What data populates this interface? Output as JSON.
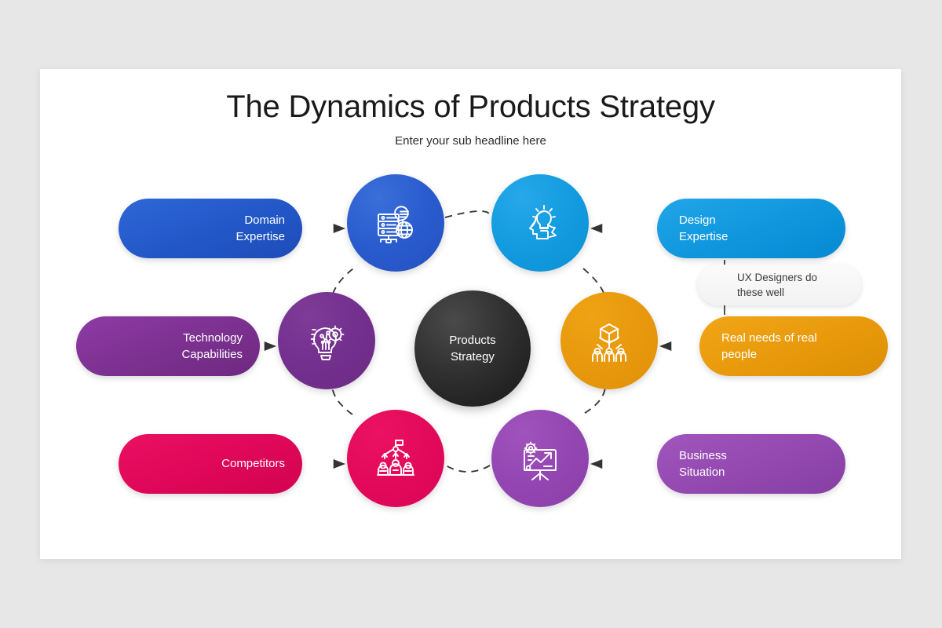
{
  "slide": {
    "title": "The Dynamics of Products Strategy",
    "subtitle": "Enter your sub headline here",
    "background_color": "#e8e7e7",
    "surface_color": "#ffffff"
  },
  "center": {
    "label": "Products\nStrategy",
    "color": "#1a1a1a"
  },
  "nodes": [
    {
      "id": "domain",
      "icon": "server-network-icon",
      "color": "#2a5ccf",
      "position": "top-left"
    },
    {
      "id": "design",
      "icon": "head-lightbulb-icon",
      "color": "#139cdf",
      "position": "top-right"
    },
    {
      "id": "needs",
      "icon": "cube-people-icon",
      "color": "#e8990e",
      "position": "right"
    },
    {
      "id": "business",
      "icon": "presentation-growth-icon",
      "color": "#9447b2",
      "position": "bottom-right"
    },
    {
      "id": "competitors",
      "icon": "team-flag-icon",
      "color": "#e30a5b",
      "position": "bottom-left"
    },
    {
      "id": "technology",
      "icon": "bulb-gear-circuit-icon",
      "color": "#74308e",
      "position": "left"
    }
  ],
  "pills": [
    {
      "id": "domain",
      "label": "Domain\nExpertise",
      "color": "#2358c9",
      "side": "left"
    },
    {
      "id": "technology",
      "label": "Technology\nCapabilities",
      "color": "#7c3190",
      "side": "left"
    },
    {
      "id": "competitors",
      "label": "Competitors",
      "color": "#df0759",
      "side": "left"
    },
    {
      "id": "design",
      "label": "Design\nExpertise",
      "color": "#0f97dd",
      "side": "right"
    },
    {
      "id": "realneeds",
      "label": "Real needs of real\npeople",
      "color": "#e89a0c",
      "side": "right"
    },
    {
      "id": "business",
      "label": "Business\nSituation",
      "color": "#9349b0",
      "side": "right"
    }
  ],
  "note": {
    "label": "UX Designers do\nthese well",
    "color": "#f2f2f2"
  },
  "connectors": {
    "arrow_color": "#333333",
    "dashed_color": "#3a3a3a",
    "dash_pattern": "9 7"
  }
}
